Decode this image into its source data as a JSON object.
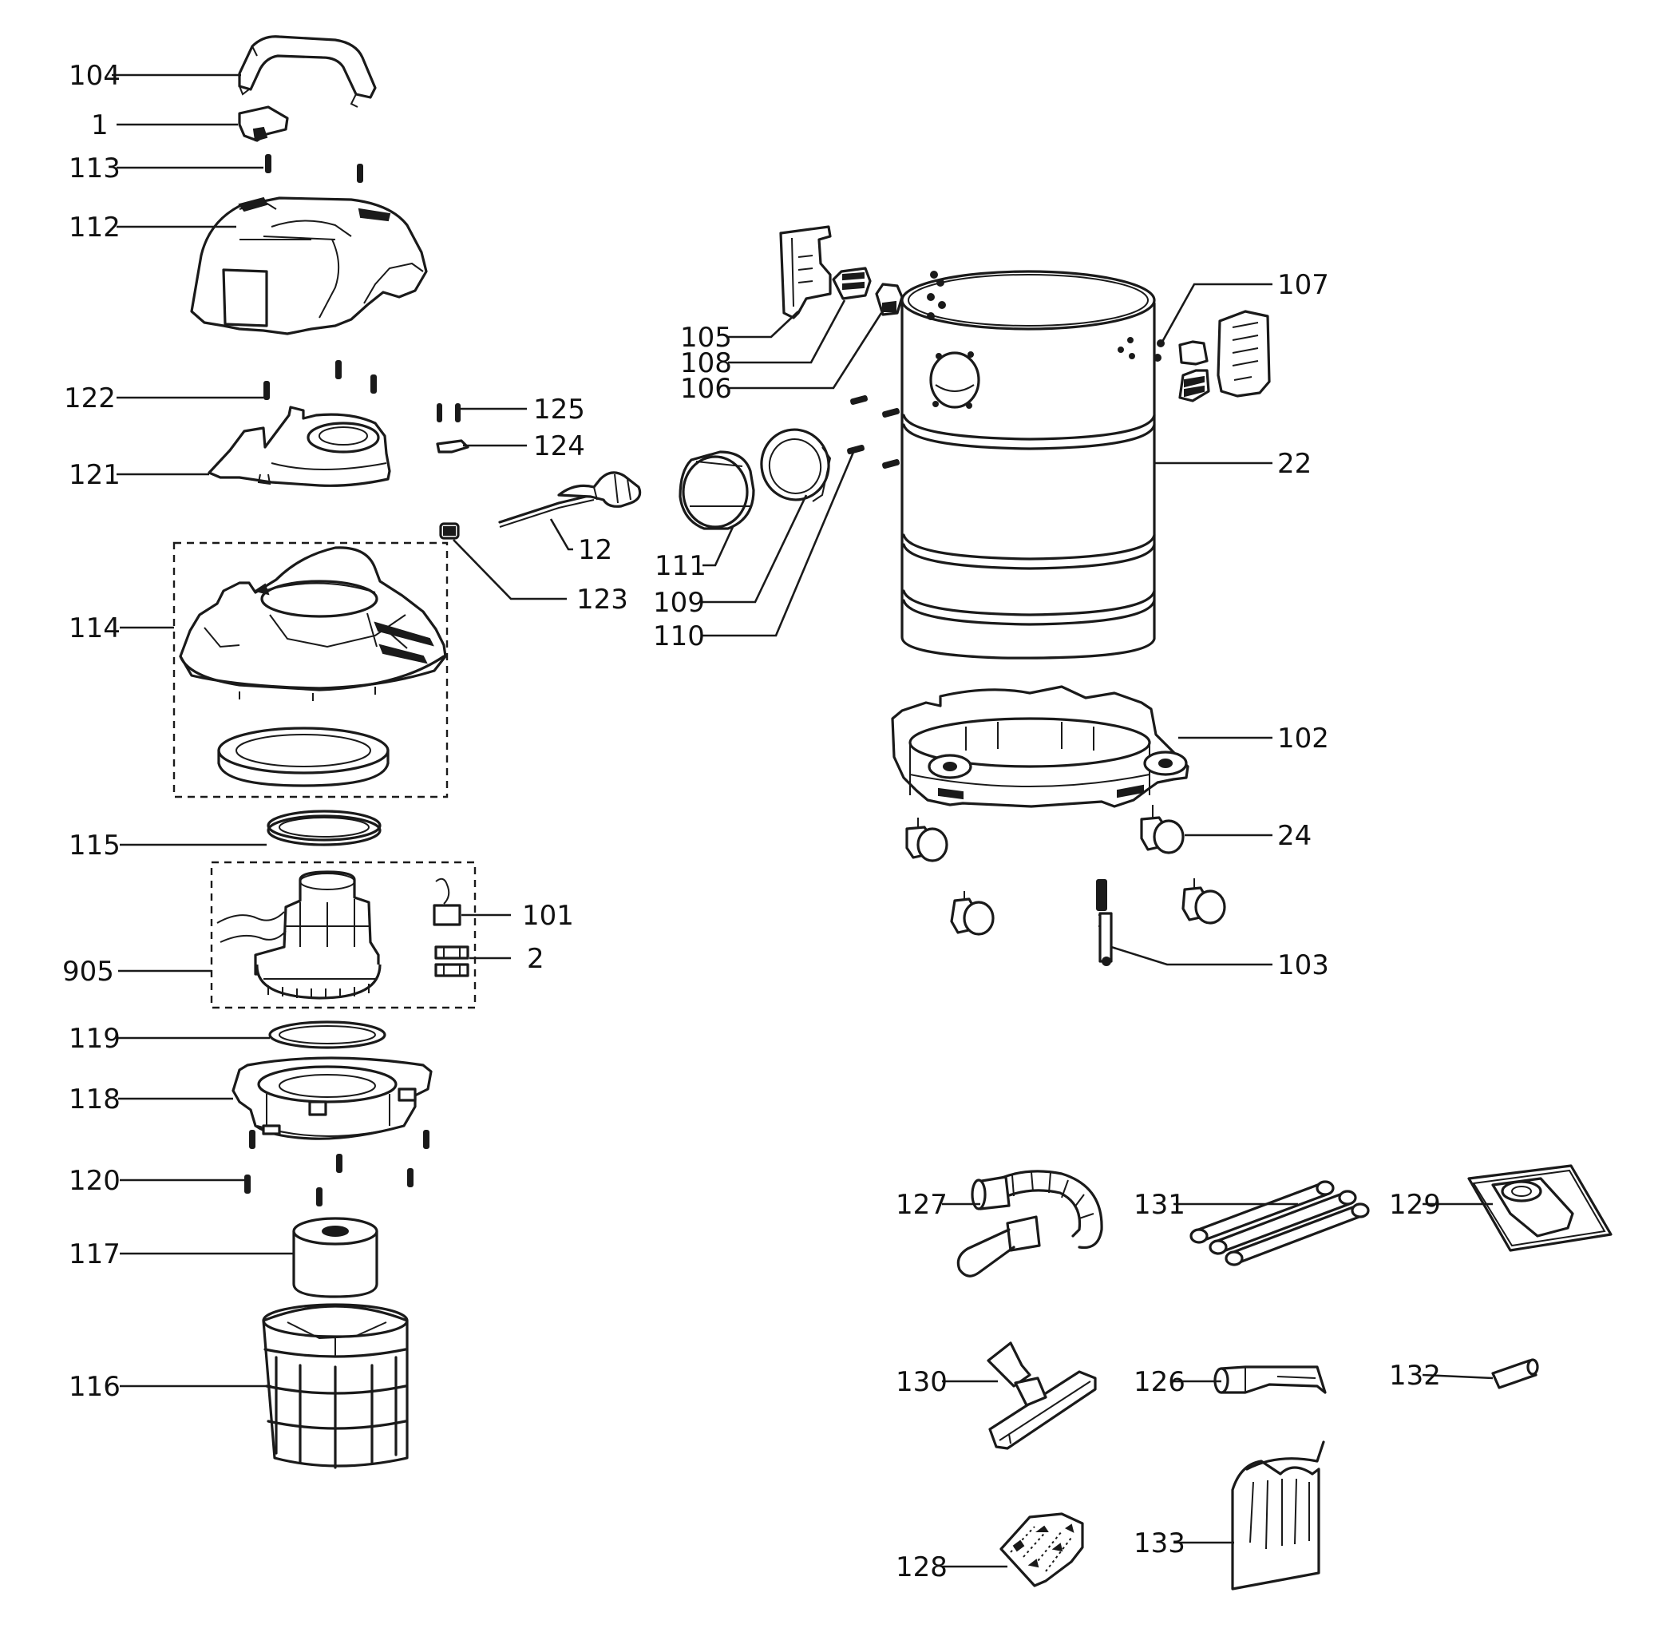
{
  "callouts": {
    "c104": "104",
    "c1": "1",
    "c113": "113",
    "c112": "112",
    "c122": "122",
    "c125": "125",
    "c124": "124",
    "c121": "121",
    "c12": "12",
    "c123": "123",
    "c114": "114",
    "c115": "115",
    "c101": "101",
    "c905": "905",
    "c2": "2",
    "c119": "119",
    "c118": "118",
    "c120": "120",
    "c117": "117",
    "c116": "116",
    "c105": "105",
    "c108": "108",
    "c106": "106",
    "c107": "107",
    "c111": "111",
    "c109": "109",
    "c110": "110",
    "c22": "22",
    "c102": "102",
    "c24": "24",
    "c103": "103",
    "c127": "127",
    "c131": "131",
    "c129": "129",
    "c130": "130",
    "c126": "126",
    "c132": "132",
    "c128": "128",
    "c133": "133"
  },
  "colors": {
    "line": "#1a1a1a",
    "background": "#ffffff"
  }
}
